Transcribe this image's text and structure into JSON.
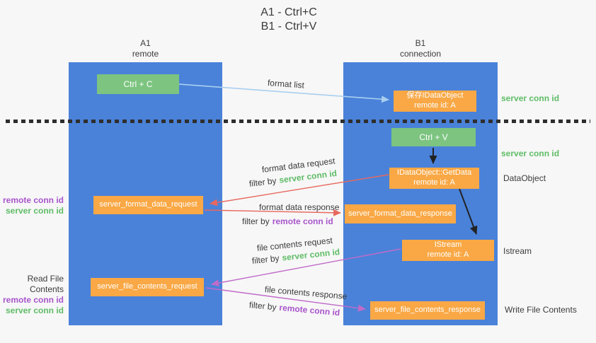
{
  "title": {
    "line1": "A1 - Ctrl+C",
    "line2": "B1 - Ctrl+V"
  },
  "columns": {
    "left": {
      "name": "A1",
      "role": "remote"
    },
    "right": {
      "name": "B1",
      "role": "connection"
    }
  },
  "nodes": {
    "ctrl_c": "Ctrl + C",
    "ctrl_v": "Ctrl + V",
    "save_idataobject": {
      "line1": "保存IDataObject",
      "line2": "remote id: A"
    },
    "getdata": {
      "line1": "IDataObject::GetData",
      "line2": "remote id: A"
    },
    "istream": {
      "line1": "IStream",
      "line2": "remote id: A"
    },
    "format_request": "server_format_data_request",
    "format_response": "server_format_data_response",
    "file_request": "server_file_contents_request",
    "file_response": "server_file_contents_response"
  },
  "flow": {
    "format_list": "format list",
    "format_data_request": "format data request",
    "format_data_response": "format data response",
    "file_contents_request": "file contents request",
    "file_contents_response": "file contents response",
    "filter_by": "filter by"
  },
  "labels": {
    "server_conn_id": "server conn id",
    "remote_conn_id": "remote conn id",
    "dataobject": "DataObject",
    "istream": "Istream",
    "read_file_contents": "Read File Contents",
    "write_file_contents": "Write File Contents"
  },
  "colors": {
    "lane_blue": "#4A82D9",
    "node_orange": "#F9A845",
    "node_green": "#7CC480",
    "arrow_blue": "#A9CFEF",
    "arrow_red": "#E8685E",
    "arrow_purple": "#C06BC8",
    "arrow_black": "#222222",
    "label_green": "#5FBC66",
    "label_purple": "#A855CC",
    "text_dark": "#3B3B3B",
    "background": "#F7F7F7"
  }
}
